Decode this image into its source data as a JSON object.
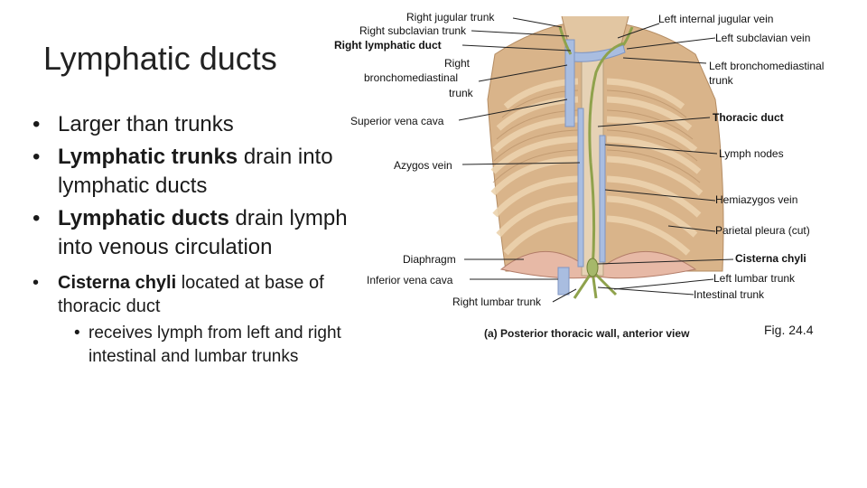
{
  "slide": {
    "title": "Lymphatic ducts",
    "bullets": [
      {
        "pre": "",
        "bold": "",
        "post": "Larger than trunks"
      },
      {
        "pre": "",
        "bold": "Lymphatic trunks",
        "post": " drain into lymphatic ducts"
      },
      {
        "pre": "",
        "bold": "Lymphatic ducts",
        "post": " drain lymph into  venous circulation"
      }
    ],
    "cisterna_bullet": {
      "bold": "Cisterna chyli",
      "post": " located at base of thoracic duct"
    },
    "sub_bullet": "receives lymph from left and right intestinal and lumbar trunks"
  },
  "figure": {
    "labels": {
      "right_jugular_trunk": "Right jugular trunk",
      "right_subclavian_trunk": "Right subclavian trunk",
      "right_lymphatic_duct": "Right lymphatic duct",
      "right_bronchomediastinal_1": "Right",
      "right_bronchomediastinal_2": "bronchomediastinal",
      "right_bronchomediastinal_3": "trunk",
      "superior_vena_cava": "Superior vena cava",
      "azygos_vein": "Azygos vein",
      "diaphragm": "Diaphragm",
      "inferior_vena_cava": "Inferior vena cava",
      "right_lumbar_trunk": "Right lumbar trunk",
      "left_internal_jugular_vein": "Left internal jugular vein",
      "left_subclavian_vein": "Left subclavian vein",
      "left_bronchomediastinal_1": "Left bronchomediastinal",
      "left_bronchomediastinal_2": "trunk",
      "thoracic_duct": "Thoracic duct",
      "lymph_nodes": "Lymph nodes",
      "hemiazygos_vein": "Hemiazygos vein",
      "parietal_pleura": "Parietal pleura (cut)",
      "cisterna_chyli": "Cisterna chyli",
      "left_lumbar_trunk": "Left lumbar trunk",
      "intestinal_trunk": "Intestinal trunk"
    },
    "caption": "(a) Posterior thoracic wall, anterior view",
    "fig_ref": "Fig. 24.4",
    "colors": {
      "tissue": "#d9b48a",
      "rib": "#e9cfa9",
      "vein": "#a9bde0",
      "lymph": "#a6b86a",
      "diaphragm": "#e7b9a6"
    }
  }
}
